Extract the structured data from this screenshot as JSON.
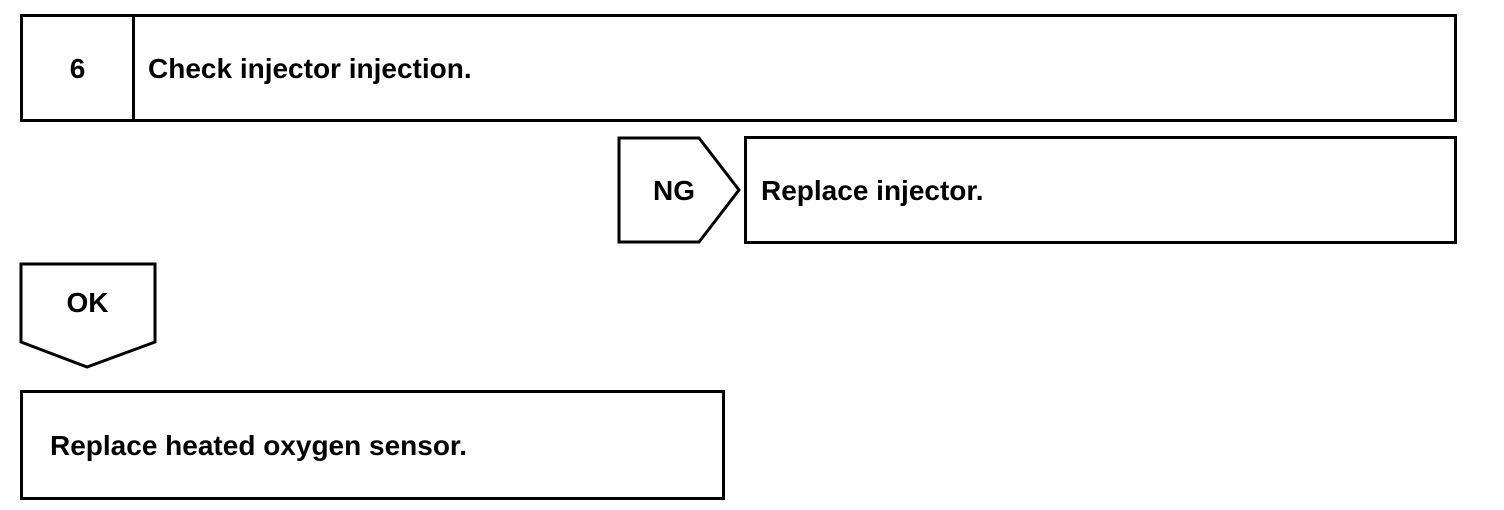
{
  "step": {
    "number": "6",
    "title": "Check injector injection."
  },
  "ng_branch": {
    "label": "NG",
    "action": "Replace injector."
  },
  "ok_branch": {
    "label": "OK",
    "action": "Replace heated oxygen sensor."
  },
  "colors": {
    "line": "#000000",
    "background": "#ffffff"
  }
}
